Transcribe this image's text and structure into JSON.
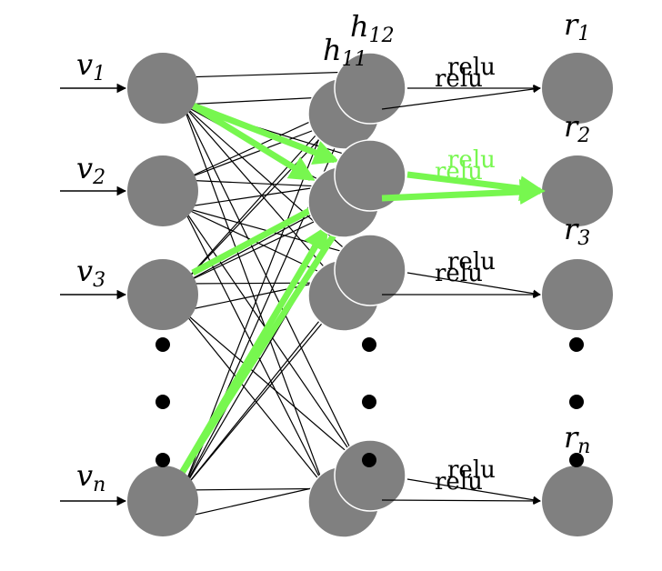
{
  "colors": {
    "node": "#808080",
    "highlight": "#77f74f",
    "edge": "#000000",
    "background": "#ffffff"
  },
  "inputs": [
    {
      "base": "v",
      "sub": "1"
    },
    {
      "base": "v",
      "sub": "2"
    },
    {
      "base": "v",
      "sub": "3"
    },
    {
      "base": "v",
      "sub": "n"
    }
  ],
  "hidden": [
    {
      "base": "h",
      "sub": "12"
    },
    {
      "base": "h",
      "sub": "11"
    }
  ],
  "outputs": [
    {
      "base": "r",
      "sub": "1"
    },
    {
      "base": "r",
      "sub": "2"
    },
    {
      "base": "r",
      "sub": "3"
    },
    {
      "base": "r",
      "sub": "n"
    }
  ],
  "activation": "relu",
  "ellipsis": "dots"
}
